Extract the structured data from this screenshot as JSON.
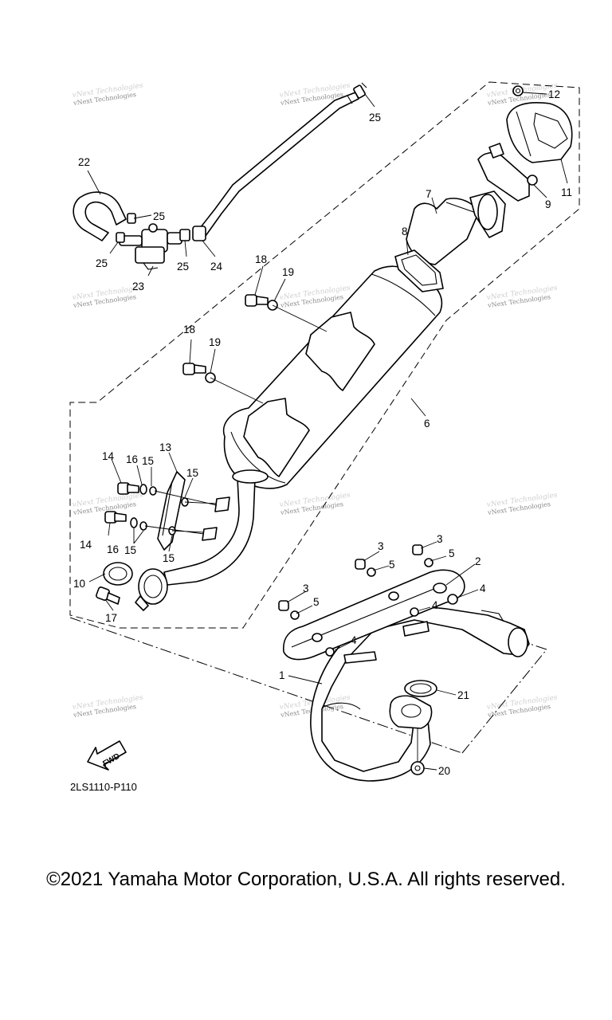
{
  "diagram_code": "2LS1110-P110",
  "fwd_label": "FWD",
  "watermark": "vNext Technologies",
  "copyright": "©2021 Yamaha Motor Corporation, U.S.A. All rights reserved.",
  "callouts": [
    {
      "id": "c12",
      "text": "12"
    },
    {
      "id": "c25a",
      "text": "25"
    },
    {
      "id": "c22",
      "text": "22"
    },
    {
      "id": "c25b",
      "text": "25"
    },
    {
      "id": "c25c",
      "text": "25"
    },
    {
      "id": "c25d",
      "text": "25"
    },
    {
      "id": "c24",
      "text": "24"
    },
    {
      "id": "c23",
      "text": "23"
    },
    {
      "id": "c11",
      "text": "11"
    },
    {
      "id": "c9",
      "text": "9"
    },
    {
      "id": "c7",
      "text": "7"
    },
    {
      "id": "c8",
      "text": "8"
    },
    {
      "id": "c18a",
      "text": "18"
    },
    {
      "id": "c19a",
      "text": "19"
    },
    {
      "id": "c18b",
      "text": "18"
    },
    {
      "id": "c19b",
      "text": "19"
    },
    {
      "id": "c6",
      "text": "6"
    },
    {
      "id": "c13",
      "text": "13"
    },
    {
      "id": "c14a",
      "text": "14"
    },
    {
      "id": "c16a",
      "text": "16"
    },
    {
      "id": "c15a",
      "text": "15"
    },
    {
      "id": "c15b",
      "text": "15"
    },
    {
      "id": "c14b",
      "text": "14"
    },
    {
      "id": "c16b",
      "text": "16"
    },
    {
      "id": "c15c",
      "text": "15"
    },
    {
      "id": "c15d",
      "text": "15"
    },
    {
      "id": "c10",
      "text": "10"
    },
    {
      "id": "c17",
      "text": "17"
    },
    {
      "id": "c3a",
      "text": "3"
    },
    {
      "id": "c3b",
      "text": "3"
    },
    {
      "id": "c5a",
      "text": "5"
    },
    {
      "id": "c5b",
      "text": "5"
    },
    {
      "id": "c2",
      "text": "2"
    },
    {
      "id": "c3c",
      "text": "3"
    },
    {
      "id": "c5c",
      "text": "5"
    },
    {
      "id": "c4a",
      "text": "4"
    },
    {
      "id": "c4b",
      "text": "4"
    },
    {
      "id": "c4c",
      "text": "4"
    },
    {
      "id": "c1",
      "text": "1"
    },
    {
      "id": "c21",
      "text": "21"
    },
    {
      "id": "c20",
      "text": "20"
    }
  ]
}
